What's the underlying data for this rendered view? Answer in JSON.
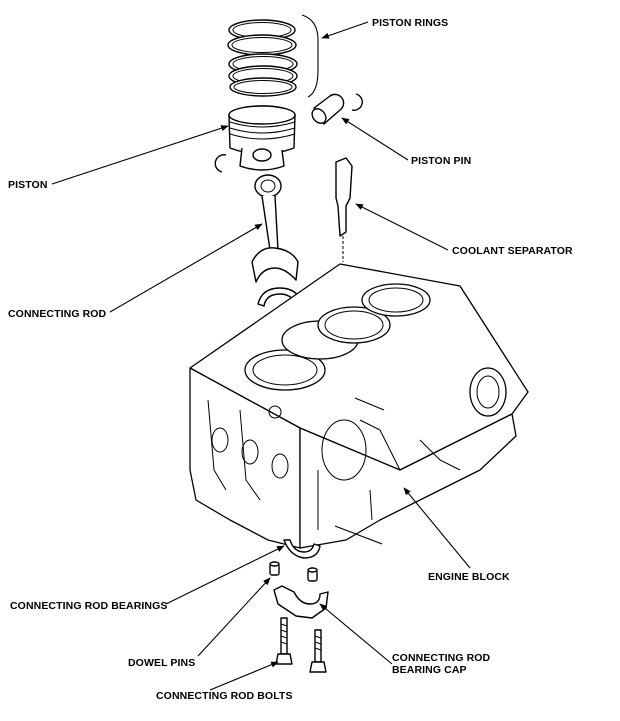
{
  "labels": {
    "piston_rings": "PISTON RINGS",
    "piston_pin": "PISTON PIN",
    "piston": "PISTON",
    "coolant_separator": "COOLANT SEPARATOR",
    "connecting_rod": "CONNECTING ROD",
    "engine_block": "ENGINE BLOCK",
    "connecting_rod_bearings": "CONNECTING ROD BEARINGS",
    "dowel_pins": "DOWEL PINS",
    "bearing_cap_line1": "CONNECTING ROD",
    "bearing_cap_line2": "BEARING CAP",
    "connecting_rod_bolts": "CONNECTING ROD BOLTS"
  },
  "icons": [
    "piston-rings-icon",
    "piston-icon",
    "piston-pin-icon",
    "snap-ring-icon",
    "connecting-rod-icon",
    "coolant-separator-icon",
    "engine-block-icon",
    "bearing-shell-icon",
    "dowel-pin-icon",
    "bearing-cap-icon",
    "bolt-icon"
  ]
}
